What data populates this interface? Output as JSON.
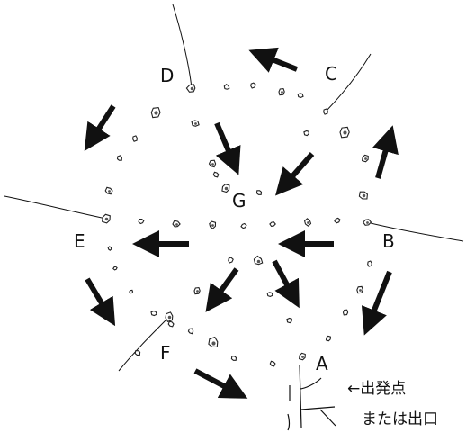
{
  "points": {
    "A": "A",
    "B": "B",
    "C": "C",
    "D": "D",
    "E": "E",
    "F": "F",
    "G": "G"
  },
  "legend": {
    "start": "←出発点",
    "start_or_exit": "または出口"
  },
  "colors": {
    "ink": "#111111",
    "background": "#ffffff"
  },
  "icons": {
    "arrow": "arrow-icon",
    "rock": "rock-icon",
    "rope": "rope-line"
  }
}
